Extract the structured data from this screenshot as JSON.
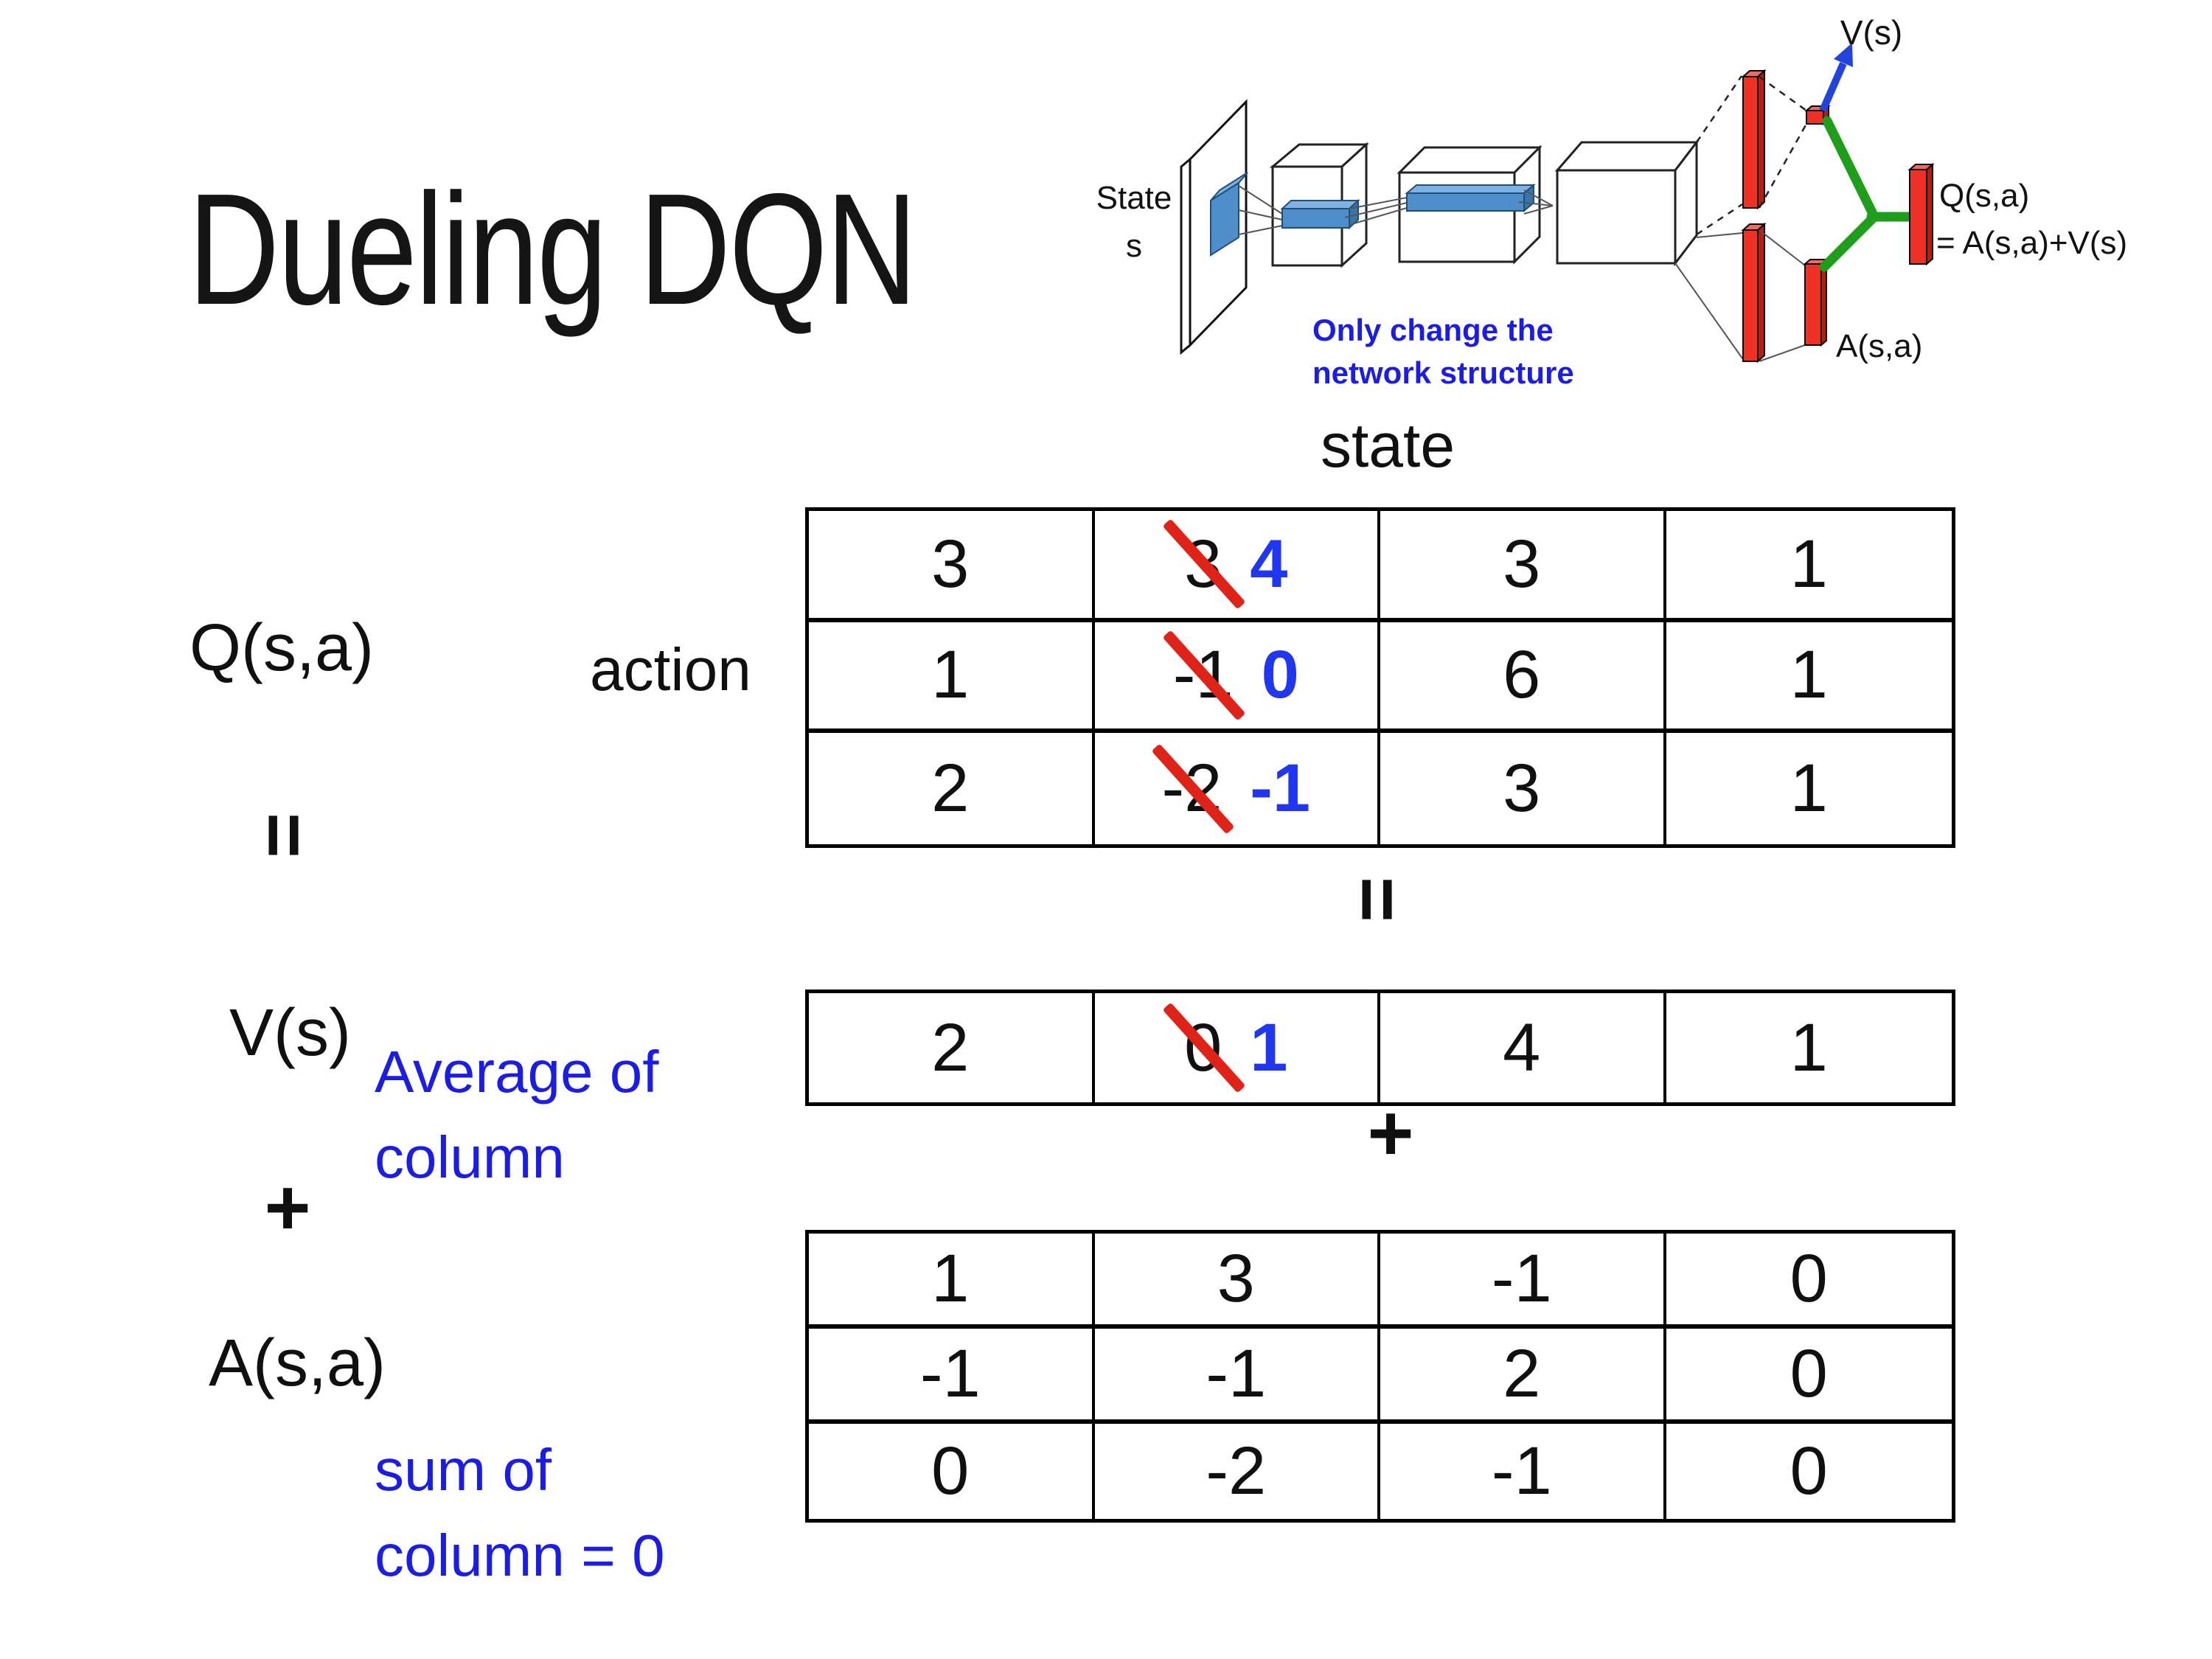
{
  "title": "Dueling DQN",
  "diagram": {
    "input_label_line1": "State",
    "input_label_line2": "s",
    "note_line1": "Only change the",
    "note_line2": "network structure",
    "value_output_label": "V(s)",
    "q_output_label_line1": "Q(s,a)",
    "q_output_label_line2": "= A(s,a)+V(s)",
    "advantage_output_label": "A(s,a)"
  },
  "equation": {
    "q_label": "Q(s,a)",
    "equals_symbol": "=",
    "plus_symbol": "+",
    "v_label": "V(s)",
    "a_label": "A(s,a)",
    "action_axis_label": "action",
    "state_axis_label": "state",
    "average_note_line1": "Average of",
    "average_note_line2": "column",
    "sum_note_line1": "sum of",
    "sum_note_line2": "column = 0"
  },
  "q_table": {
    "rows": [
      [
        "3",
        {
          "old": "3",
          "new": "4"
        },
        "3",
        "1"
      ],
      [
        "1",
        {
          "old": "-1",
          "new": "0"
        },
        "6",
        "1"
      ],
      [
        "2",
        {
          "old": "-2",
          "new": "-1"
        },
        "3",
        "1"
      ]
    ]
  },
  "v_table": {
    "rows": [
      [
        "2",
        {
          "old": "0",
          "new": "1"
        },
        "4",
        "1"
      ]
    ]
  },
  "a_table": {
    "rows": [
      [
        "1",
        "3",
        "-1",
        "0"
      ],
      [
        "-1",
        "-1",
        "2",
        "0"
      ],
      [
        "0",
        "-2",
        "-1",
        "0"
      ]
    ]
  },
  "colors": {
    "annotation_blue": "#1b1de4",
    "corrected_value_blue": "#2136f0",
    "strike_red": "#e02318",
    "network_bar_red": "#ee3124",
    "connector_green": "#1f9e1b",
    "feature_map_blue": "#4d8ecb",
    "arrow_blue": "#2244dd"
  }
}
